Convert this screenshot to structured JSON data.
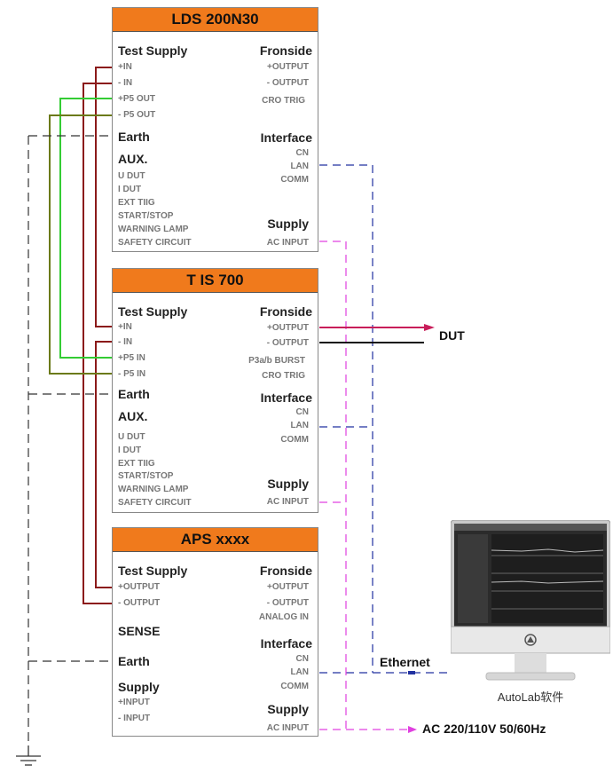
{
  "colors": {
    "header": "#f07a1c",
    "red": "#8b1a1a",
    "green": "#28c828",
    "olive": "#6b7a1a",
    "magenta": "#e040e0",
    "pink": "#c81e5a",
    "blue": "#2030a0"
  },
  "box1": {
    "title": "LDS 200N30",
    "left_section": "Test Supply",
    "left_items": [
      "+IN",
      "- IN",
      "+P5 OUT",
      "- P5 OUT"
    ],
    "earth": "Earth",
    "aux": "AUX.",
    "aux_items": [
      "U DUT",
      "I DUT",
      "EXT TIIG",
      "START/STOP",
      "WARNING LAMP",
      "SAFETY CIRCUIT"
    ],
    "right_section": "Fronside",
    "right_items": [
      "+OUTPUT",
      "- OUTPUT",
      "CRO TRIG"
    ],
    "interface": "Interface",
    "interface_items": [
      "CN",
      "LAN",
      "COMM"
    ],
    "supply": "Supply",
    "supply_item": "AC INPUT"
  },
  "box2": {
    "title": "T IS 700",
    "left_section": "Test Supply",
    "left_items": [
      "+IN",
      "- IN",
      "+P5 IN",
      "- P5 IN"
    ],
    "earth": "Earth",
    "aux": "AUX.",
    "aux_items": [
      "U DUT",
      "I DUT",
      "EXT TIIG",
      "START/STOP",
      "WARNING LAMP",
      "SAFETY CIRCUIT"
    ],
    "right_section": "Fronside",
    "right_items": [
      "+OUTPUT",
      "- OUTPUT",
      "P3a/b BURST",
      "CRO TRIG"
    ],
    "interface": "Interface",
    "interface_items": [
      "CN",
      "LAN",
      "COMM"
    ],
    "supply": "Supply",
    "supply_item": "AC INPUT"
  },
  "box3": {
    "title": "APS xxxx",
    "left_section": "Test Supply",
    "left_items": [
      "+OUTPUT",
      "- OUTPUT"
    ],
    "sense": "SENSE",
    "earth": "Earth",
    "supply_left": "Supply",
    "supply_left_items": [
      "+INPUT",
      "- INPUT"
    ],
    "right_section": "Fronside",
    "right_items": [
      "+OUTPUT",
      "- OUTPUT",
      "ANALOG IN"
    ],
    "interface": "Interface",
    "interface_items": [
      "CN",
      "LAN",
      "COMM"
    ],
    "supply": "Supply",
    "supply_item": "AC INPUT"
  },
  "labels": {
    "dut": "DUT",
    "ethernet": "Ethernet",
    "ac": "AC 220/110V 50/60Hz",
    "autolab": "AutoLab软件"
  }
}
